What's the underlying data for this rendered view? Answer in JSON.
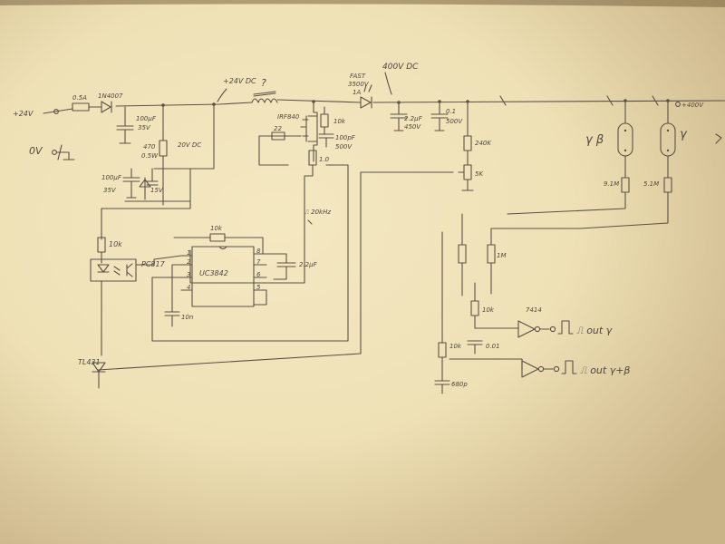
{
  "title": "Geiger counter HV power supply — hand-drawn schematic (photograph)",
  "colors": {
    "paper": "#efe1b6",
    "paper_edge": "#c9b487",
    "ink": "#5b5048"
  },
  "labels": {
    "supply_in": "+24V",
    "ground": "0V",
    "fuse": "0.5A",
    "diode_in": "1N4007",
    "cap_in_value": "100µF",
    "cap_in_voltage": "35V",
    "res_zener_top": "470",
    "res_zener_bottom": "0.5W",
    "zener_20v": "20V DC",
    "cap_aux_value": "100µF",
    "cap_aux_voltage": "35V",
    "zener_aux": "15V",
    "node_24vdc": "+24V DC",
    "inductor_mark": "?",
    "fast_diode_1": "FAST",
    "fast_diode_2": "3500V",
    "fast_diode_3": "1A",
    "hv_out": "400V DC",
    "cap_hv1_value": "2.2µF",
    "cap_hv1_voltage": "450V",
    "cap_hv2_value": "0.1",
    "cap_hv2_voltage": "500V",
    "mosfet": "IRF840",
    "res_10k_gate": "10k",
    "res_gate": "22",
    "cap_100pf_value": "100pF",
    "cap_100pf_voltage": "500V",
    "res_sense": "1.0",
    "freq_note": "⎍ 20kHz",
    "res_240k": "240K",
    "res_5k": "5K",
    "tube_left": "γ β",
    "tube_right": "γ",
    "tube_right_hv": "+400V",
    "res_tube_left": "9.1M",
    "res_tube_right": "5.1M",
    "res_10k_opto": "10k",
    "res_feedback": "10k",
    "ic_name": "UC3842",
    "pin1": "1",
    "pin2": "2",
    "pin3": "3",
    "pin4": "4",
    "pin5": "5",
    "pin6": "6",
    "pin7": "7",
    "pin8": "8",
    "cap_ic": "2.2µF",
    "cap_timing": "10n",
    "optocoupler": "PC817",
    "reference": "TL431",
    "res_1m": "1M",
    "res_10k_mid": "10k",
    "res_10k_low": "10k",
    "cap_001": "0.01",
    "cap_680": "680p",
    "inverter": "7414",
    "out_gamma": "⎍ out γ",
    "out_gamma_beta": "⎍ out γ+β"
  }
}
